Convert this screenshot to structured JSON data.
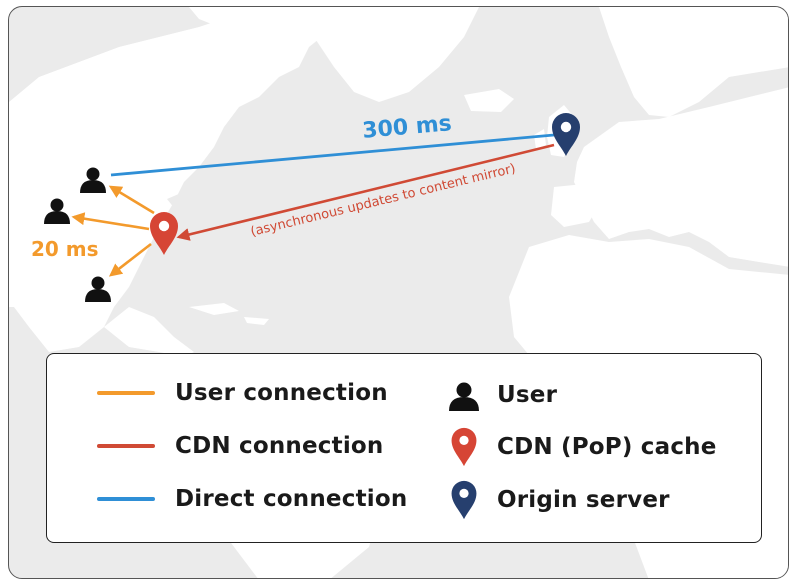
{
  "diagram": {
    "latency_direct": "300 ms",
    "latency_user": "20 ms",
    "async_note": "(asynchronous updates to content mirror)"
  },
  "legend": {
    "user_connection": "User connection",
    "cdn_connection": "CDN connection",
    "direct_connection": "Direct connection",
    "user": "User",
    "cdn_cache": "CDN (PoP) cache",
    "origin_server": "Origin server"
  },
  "colors": {
    "user_connection": "#f39a2c",
    "cdn_connection": "#d04a35",
    "direct_connection": "#2f8fd6",
    "cdn_pin": "#d64535",
    "origin_pin": "#263f6e",
    "user_icon": "#111111",
    "land": "#ffffff",
    "sea": "#ebebeb"
  },
  "icons": [
    "user-icon",
    "cdn-pin-icon",
    "origin-pin-icon"
  ]
}
